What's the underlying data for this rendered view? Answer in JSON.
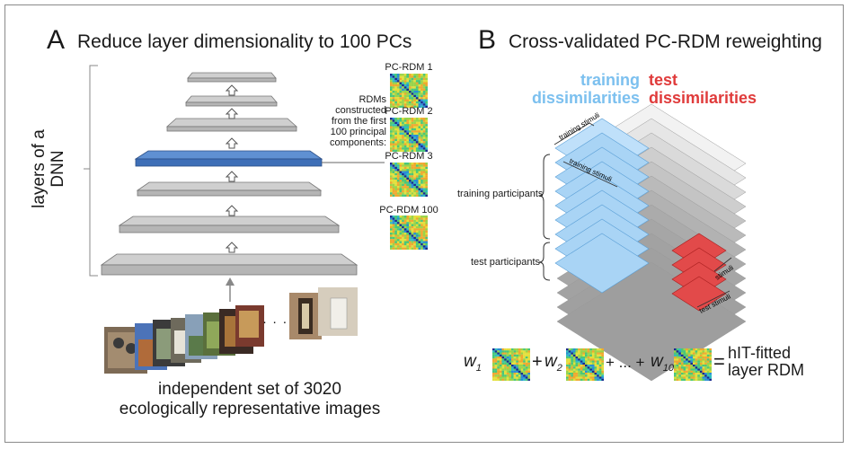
{
  "panel_a": {
    "letter": "A",
    "title": "Reduce layer dimensionality to 100 PCs",
    "side_label_line1": "layers of a",
    "side_label_line2": "DNN",
    "rdm_note": [
      "RDMs",
      "constructed",
      "from the first",
      "100 principal",
      "components:"
    ],
    "pc_rdms": [
      "PC-RDM 1",
      "PC-RDM 2",
      "PC-RDM 3",
      "PC-RDM 100"
    ],
    "ellipsis": "· · ·",
    "caption_line1": "independent set of 3020",
    "caption_line2": "ecologically representative images"
  },
  "panel_b": {
    "letter": "B",
    "title": "Cross-validated PC-RDM reweighting",
    "training_line1": "training",
    "training_line2": "dissimilarities",
    "test_line1": "test",
    "test_line2": "dissimilarities",
    "training_stimuli": "training stimuli",
    "training_participants": "training participants",
    "test_participants": "test participants",
    "stimuli": "stimuli",
    "test_stimuli": "test stimuli",
    "equation": {
      "w1": "w",
      "w1_sub": "1",
      "plus": "+",
      "w2": "w",
      "w2_sub": "2",
      "dots": "+ ... +",
      "w100": "w",
      "w100_sub": "100",
      "equals": "=",
      "result_line1": "hIT-fitted",
      "result_line2": "layer RDM"
    }
  },
  "colors": {
    "training": "#7cc0ef",
    "test": "#e03b3b",
    "highlight_layer": "#3e6fb7",
    "layer_gray": "#c6c6c6"
  }
}
